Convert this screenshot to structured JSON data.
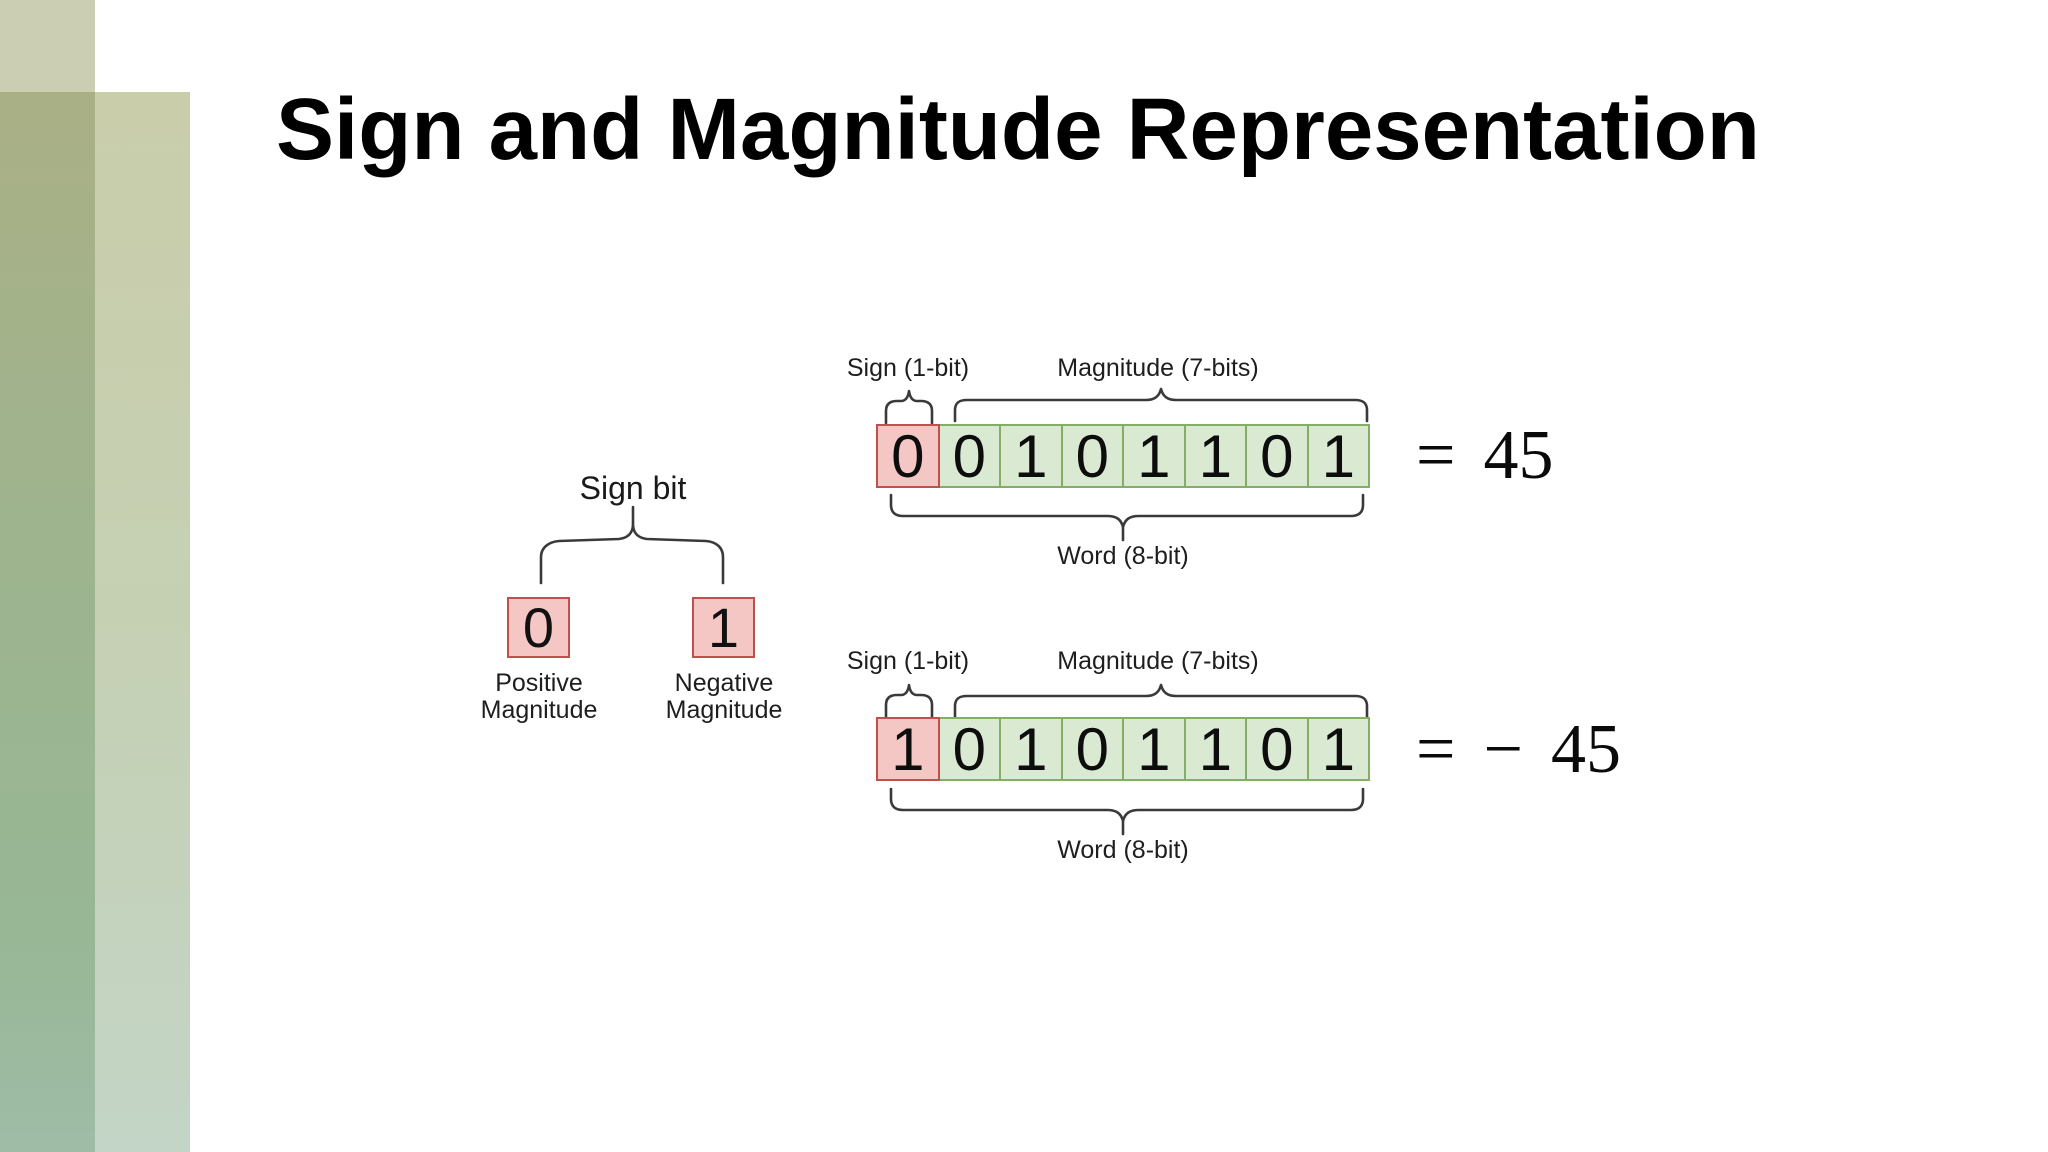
{
  "slide": {
    "title": "Sign and Magnitude Representation"
  },
  "colors": {
    "pink_fill": "#f5c7c4",
    "pink_stroke": "#c0504d",
    "green_fill": "#d9e9d2",
    "green_stroke": "#82ae66",
    "line": "#3a3a3a",
    "deco_top": "#cbceb2",
    "deco_left_top": "#aab086",
    "deco_left_bottom": "#9fbca7",
    "deco_right_top": "#c9cdaa",
    "deco_right_bottom": "#c3d5c6"
  },
  "sign_bit": {
    "title": "Sign bit",
    "options": [
      {
        "bit": "0",
        "label_line1": "Positive",
        "label_line2": "Magnitude"
      },
      {
        "bit": "1",
        "label_line1": "Negative",
        "label_line2": "Magnitude"
      }
    ]
  },
  "words": [
    {
      "sign_label": "Sign (1-bit)",
      "magnitude_label": "Magnitude (7-bits)",
      "bits": [
        "0",
        "0",
        "1",
        "0",
        "1",
        "1",
        "0",
        "1"
      ],
      "equals_sign": "=",
      "minus_sign": "",
      "value": "45",
      "word_label": "Word (8-bit)"
    },
    {
      "sign_label": "Sign (1-bit)",
      "magnitude_label": "Magnitude (7-bits)",
      "bits": [
        "1",
        "0",
        "1",
        "0",
        "1",
        "1",
        "0",
        "1"
      ],
      "equals_sign": "=",
      "minus_sign": "−",
      "value": "45",
      "word_label": "Word (8-bit)"
    }
  ]
}
